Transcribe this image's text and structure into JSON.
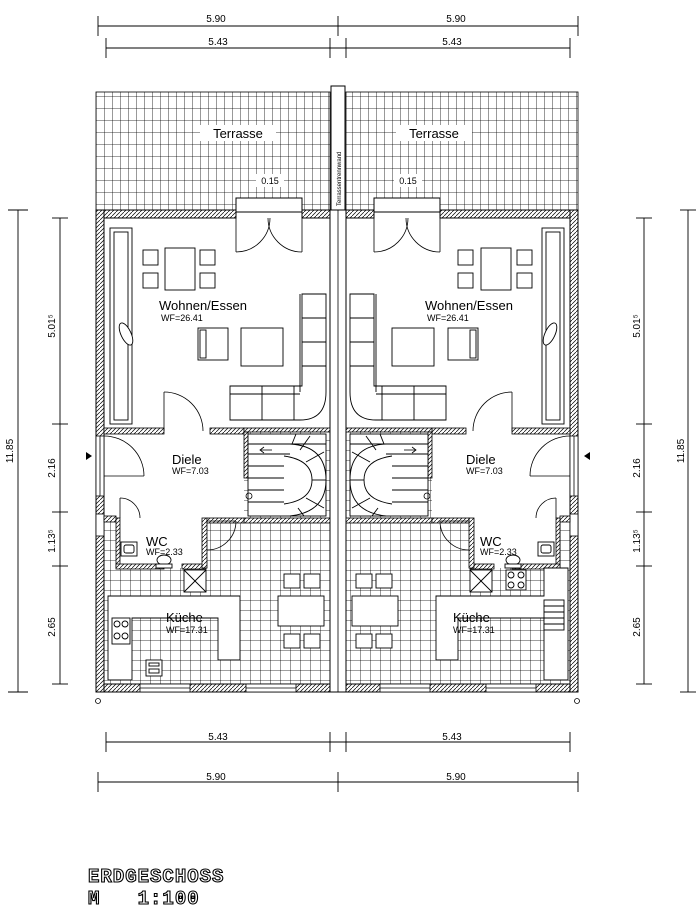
{
  "dimensions": {
    "top_outer": [
      "5.90",
      "5.90"
    ],
    "top_inner": [
      "5.43",
      "5.43"
    ],
    "bottom_inner": [
      "5.43",
      "5.43"
    ],
    "bottom_outer": [
      "5.90",
      "5.90"
    ],
    "left_segments": [
      "5.01⁵",
      "2.16",
      "1.13⁵",
      "2.65"
    ],
    "left_total": "11.85",
    "right_segments": [
      "5.01⁵",
      "2.16",
      "1.13⁵",
      "2.65"
    ],
    "right_total": "11.85",
    "terrace_offset": [
      "0.15",
      "0.15"
    ]
  },
  "separator_label": "Terrassentrennwand",
  "units": [
    {
      "terrace": "Terrasse",
      "living": {
        "name": "Wohnen/Essen",
        "area": "WF=26.41"
      },
      "hall": {
        "name": "Diele",
        "area": "WF=7.03"
      },
      "wc": {
        "name": "WC",
        "area": "WF=2.33"
      },
      "kitchen": {
        "name": "Küche",
        "area": "WF=17.31"
      }
    },
    {
      "terrace": "Terrasse",
      "living": {
        "name": "Wohnen/Essen",
        "area": "WF=26.41"
      },
      "hall": {
        "name": "Diele",
        "area": "WF=7.03"
      },
      "wc": {
        "name": "WC",
        "area": "WF=2.33"
      },
      "kitchen": {
        "name": "Küche",
        "area": "WF=17.31"
      }
    }
  ],
  "title": {
    "line1": "ERDGESCHOSS",
    "line2": "M   1:100"
  }
}
